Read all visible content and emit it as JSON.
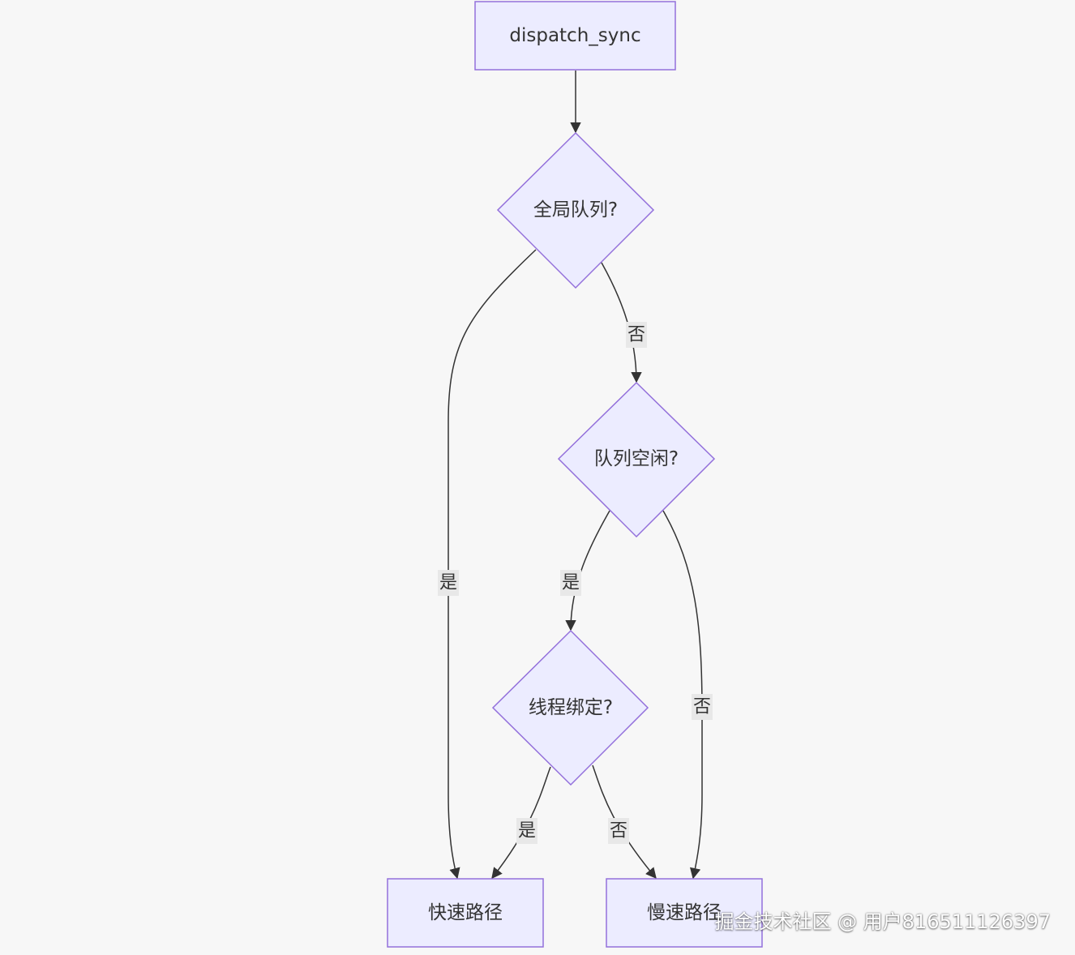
{
  "nodes": {
    "start": "dispatch_sync",
    "is_global_queue": "全局队列?",
    "queue_idle": "队列空闲?",
    "thread_bound": "线程绑定?",
    "fast_path": "快速路径",
    "slow_path": "慢速路径"
  },
  "edges": {
    "global_yes": "是",
    "global_no": "否",
    "idle_yes": "是",
    "idle_no": "否",
    "bound_yes": "是",
    "bound_no": "否"
  },
  "watermark": "掘金技术社区 @ 用户816511126397",
  "colors": {
    "node_fill": "#ececff",
    "node_stroke": "#9370db",
    "edge": "#333333",
    "label_bg": "#e8e8e8",
    "background": "#f7f7f7"
  }
}
